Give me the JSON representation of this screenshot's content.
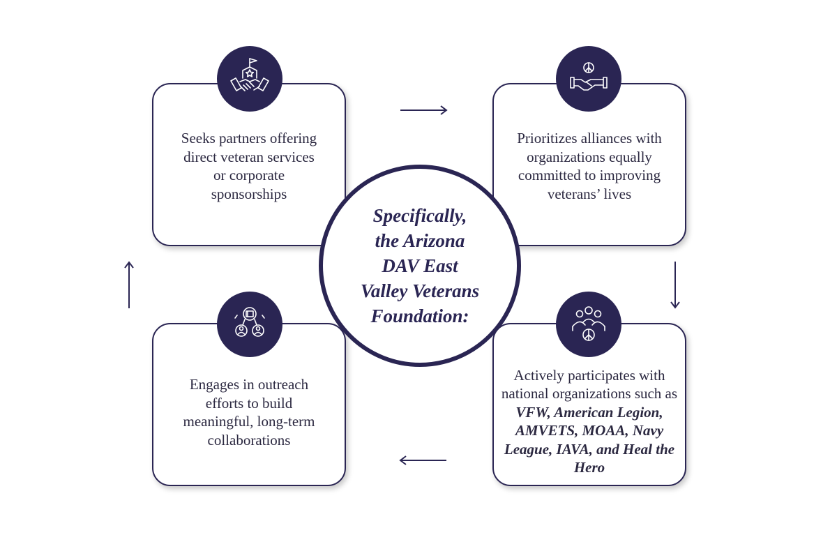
{
  "center": {
    "lines": [
      "Specifically,",
      "the Arizona",
      "DAV East",
      "Valley Veterans",
      "Foundation:"
    ]
  },
  "cards": {
    "top_left": {
      "icon": "handshake-building-star-icon",
      "text": "Seeks partners offering direct veteran services or corporate sponsorships"
    },
    "top_right": {
      "icon": "handshake-peace-icon",
      "text": "Prioritizes alliances with organizations equally committed to improving veterans’ lives"
    },
    "bottom_right": {
      "icon": "group-peace-icon",
      "text_plain": "Actively participates with national organizations such as",
      "text_emphasis": "VFW, American Legion, AMVETS, MOAA, Navy League, IAVA, and Heal the Hero"
    },
    "bottom_left": {
      "icon": "network-people-icon",
      "text": "Engages in outreach efforts to build meaningful, long-term collaborations"
    }
  },
  "arrows": [
    "arrow-right-icon",
    "arrow-down-icon",
    "arrow-left-icon",
    "arrow-up-icon"
  ],
  "colors": {
    "primary": "#2a2553",
    "text": "#2b2840",
    "background": "#ffffff"
  }
}
